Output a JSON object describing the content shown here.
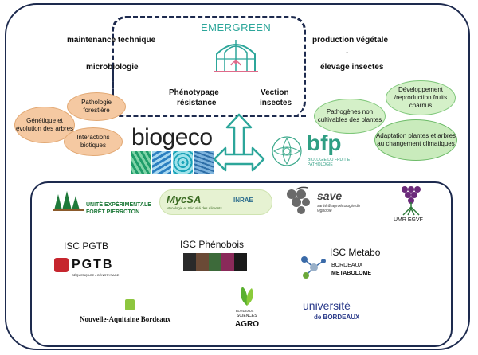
{
  "emergreen": {
    "title": "EMERGREEN",
    "left_labels": [
      "maintenance technique",
      "microbiologie"
    ],
    "right_labels": [
      "production végétale",
      "-",
      "élevage insectes"
    ],
    "center_labels": [
      "Phénotypage",
      "résistance",
      "Vection",
      "insectes"
    ]
  },
  "biogeco": {
    "name": "biogeco",
    "ellipses": [
      "Pathologie forestière",
      "Génétique et évolution des arbres",
      "Interactions biotiques"
    ]
  },
  "bfp": {
    "name": "bfp",
    "subtitle": "BIOLOGIE DU FRUIT ET PATHOLOGIE",
    "ellipses": [
      "Développement /reproduction fruits charnus",
      "Pathogènes non cultivables des plantes",
      "Adaptation plantes et arbres au changement climatiques"
    ]
  },
  "partners": {
    "uefp": [
      "UNITÉ EXPÉRIMENTALE",
      "FORÊT PIERROTON"
    ],
    "mycsa": "MycSA",
    "mycsa_sub": "Mycologie et Sécurité des Aliments",
    "inrae": "INRAE",
    "save": "save",
    "save_sub": "santé & agroécologie du vignoble",
    "umr": "UMR EGVF",
    "isc_pgtb": "ISC PGTB",
    "pgtb_logo": "PGTB",
    "pgtb_sub": "SÉQUENÇAGE / GÉNOTYPAGE",
    "isc_phenobois": "ISC Phénobois",
    "isc_metabo": "ISC Metabo",
    "metabolome": [
      "BORDEAUX",
      "METABOLOME"
    ],
    "naq": "Nouvelle-Aquitaine Bordeaux",
    "bsa": [
      "BORDEAUX",
      "SCIENCES",
      "AGRO"
    ],
    "ub": [
      "université",
      "de BORDEAUX"
    ]
  }
}
